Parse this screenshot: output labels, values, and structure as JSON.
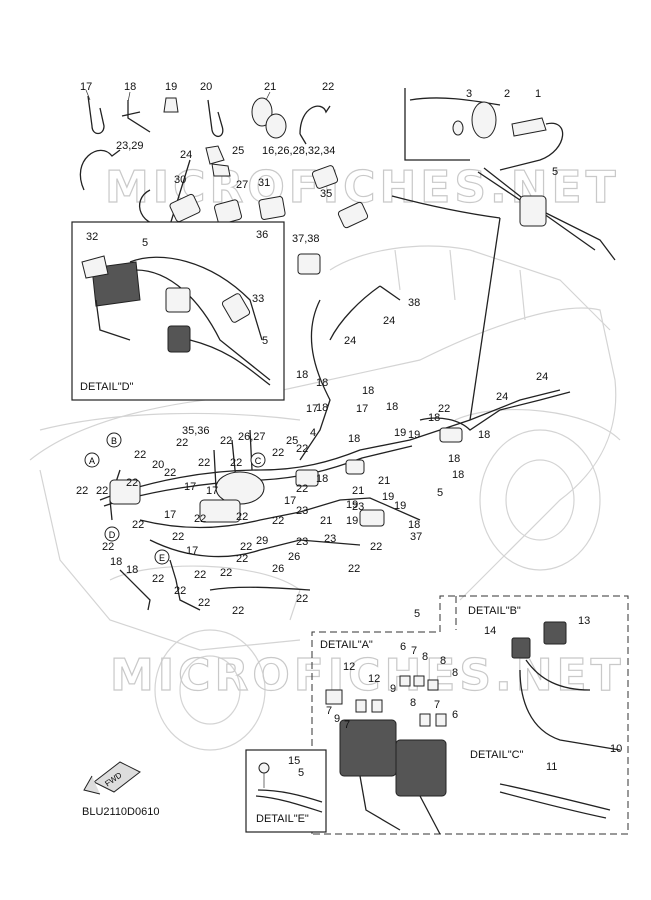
{
  "diagram": {
    "code": "BLU2110D0610",
    "fwd_label": "FWD",
    "watermark_text": "MICROFICHES.NET",
    "details": {
      "A": "DETAIL\"A\"",
      "B": "DETAIL\"B\"",
      "C": "DETAIL\"C\"",
      "D": "DETAIL\"D\"",
      "E": "DETAIL\"E\""
    },
    "circled_refs": [
      "A",
      "B",
      "C",
      "D",
      "E"
    ],
    "callouts": {
      "c17": "17",
      "c18": "18",
      "c19": "19",
      "c20": "20",
      "c21": "21",
      "c22": "22",
      "c2329": "23,29",
      "c24": "24",
      "c25": "25",
      "c16x": "16,26,28,32,34",
      "c30": "30",
      "c27": "27",
      "c31": "31",
      "c35": "35",
      "c36": "36",
      "c3738": "37,38",
      "c1": "1",
      "c2": "2",
      "c3": "3",
      "c5": "5",
      "c32": "32",
      "c33": "33",
      "c38": "38",
      "c3536": "35,36",
      "c2627": "26,27",
      "c4": "4",
      "c23": "23",
      "c26": "26",
      "c29": "29",
      "c37": "37",
      "c12": "12",
      "c6": "6",
      "c7": "7",
      "c8": "8",
      "c9": "9",
      "c13": "13",
      "c14": "14",
      "c10": "10",
      "c11": "11",
      "c15": "15"
    },
    "colors": {
      "ink": "#111111",
      "ghost": "#d4d4d4",
      "watermark": "#c9c9c9"
    }
  }
}
